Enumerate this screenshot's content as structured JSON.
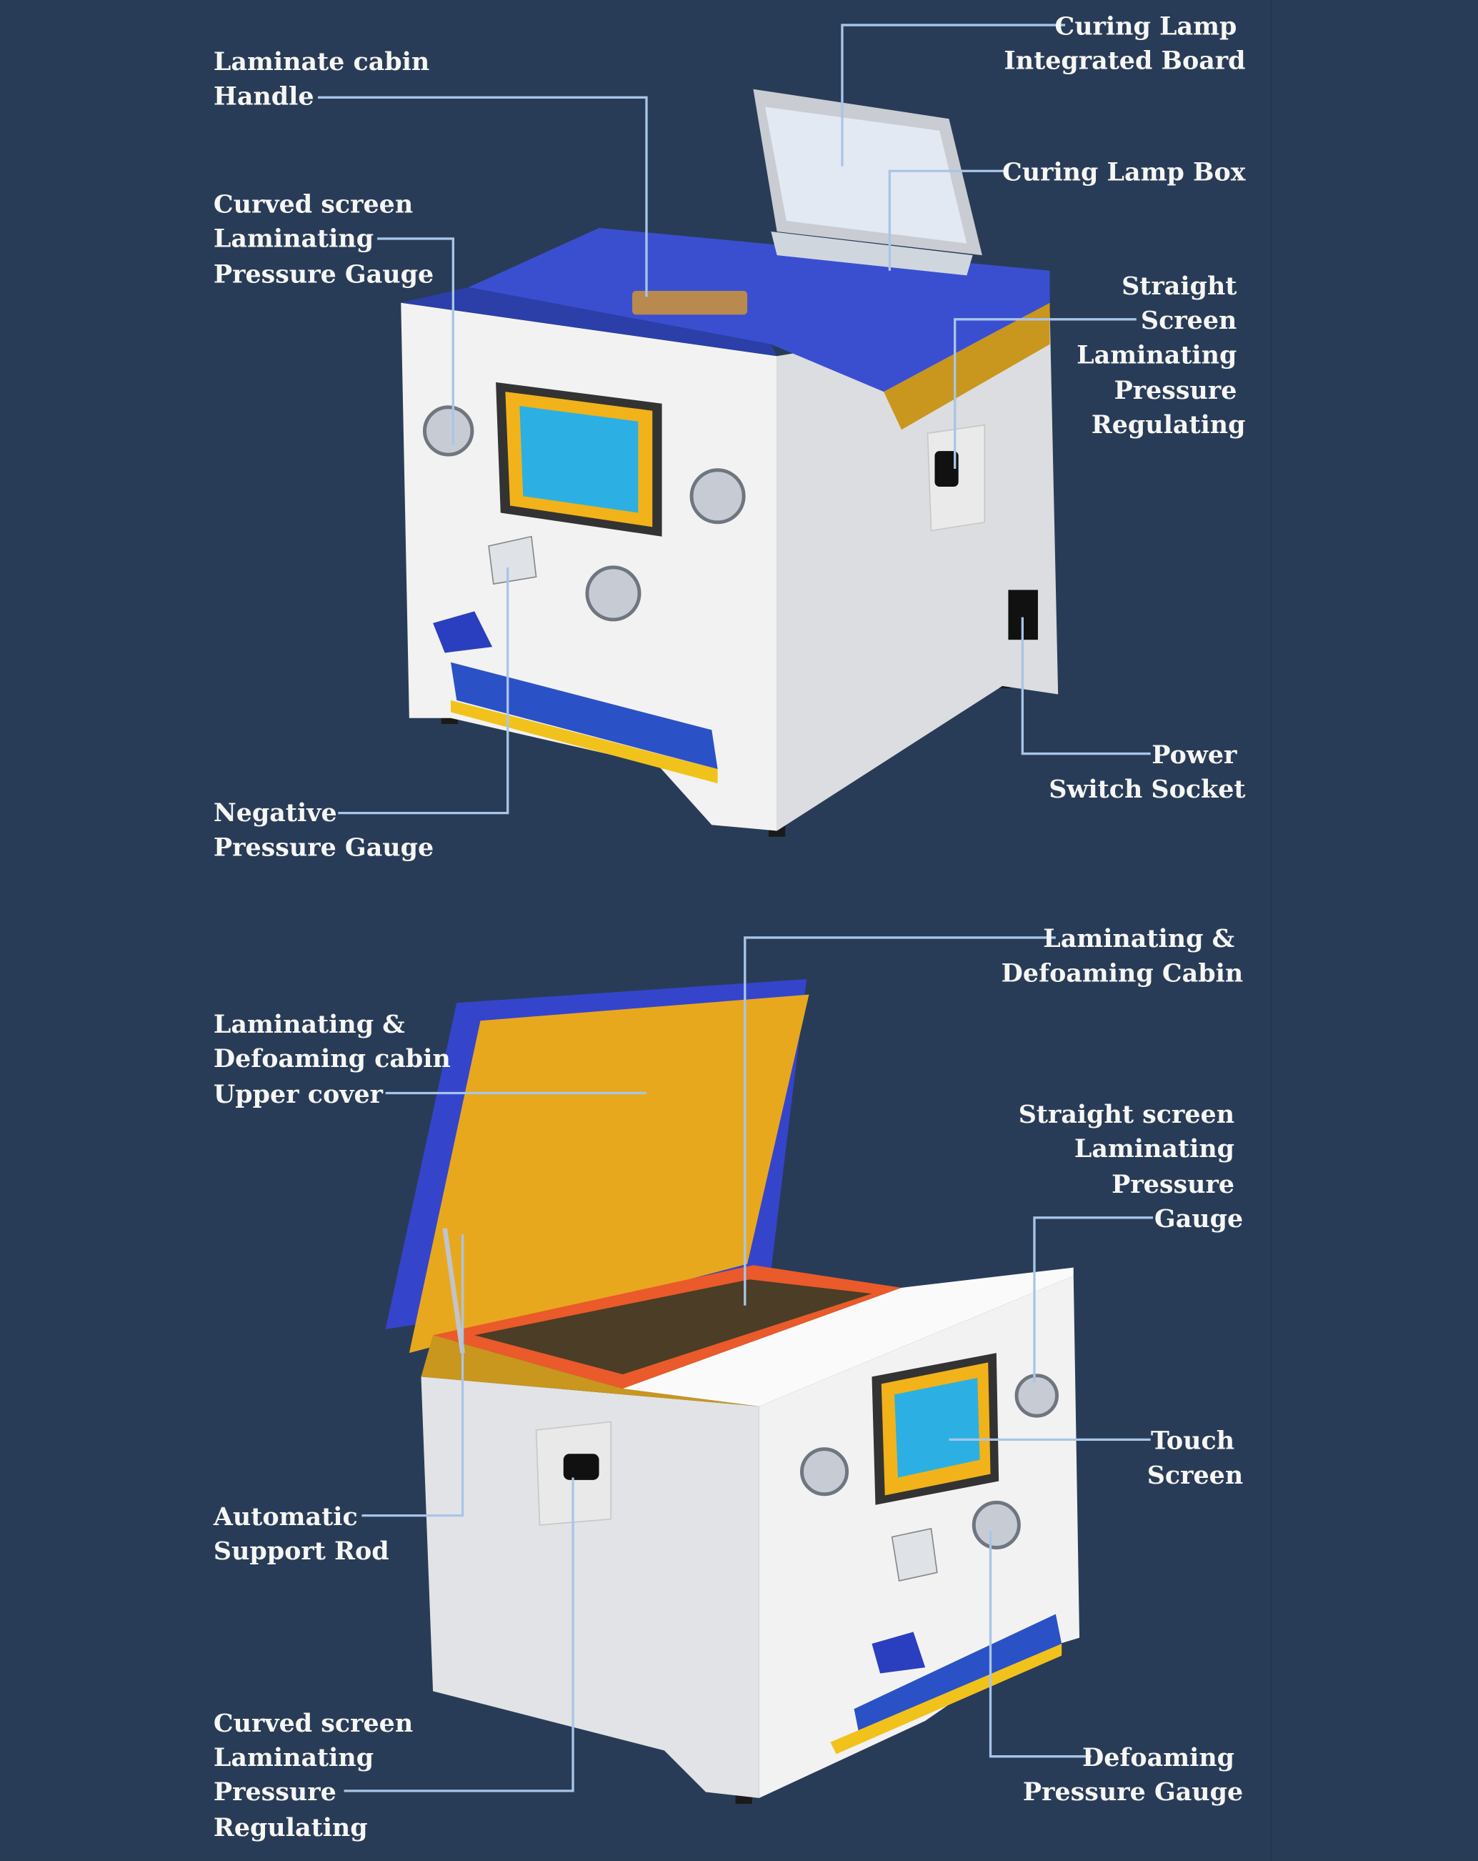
{
  "colors": {
    "background": "#293c57",
    "leader": "#a9c5e8",
    "label": "#f6f6f4",
    "lid_blue": "#3a4fd0",
    "cabin_gold": "#e0a51c",
    "body_white": "#f1f1f1"
  },
  "top_machine": {
    "labels": {
      "laminate_cabin_handle": [
        "Laminate cabin",
        "Handle"
      ],
      "curved_screen_gauge": [
        "Curved screen",
        "Laminating",
        "Pressure Gauge"
      ],
      "negative_pressure_gauge": [
        "Negative",
        "Pressure Gauge"
      ],
      "curing_lamp_board": [
        "Curing Lamp",
        "Integrated Board"
      ],
      "curing_lamp_box": [
        "Curing Lamp Box"
      ],
      "straight_screen_regulating": [
        "Straight",
        "Screen",
        "Laminating",
        "Pressure",
        "Regulating"
      ],
      "power_switch_socket": [
        "Power",
        "Switch Socket"
      ]
    }
  },
  "bottom_machine": {
    "labels": {
      "defoaming_cabin": [
        "Laminating &",
        "Defoaming Cabin"
      ],
      "upper_cover": [
        "Laminating &",
        "Defoaming cabin",
        "Upper cover"
      ],
      "straight_screen_gauge": [
        "Straight screen",
        "Laminating",
        "Pressure",
        "Gauge"
      ],
      "touch_screen": [
        "Touch",
        "Screen"
      ],
      "support_rod": [
        "Automatic",
        "Support Rod"
      ],
      "curved_screen_regulating": [
        "Curved screen",
        "Laminating",
        "Pressure",
        "Regulating"
      ],
      "defoaming_gauge": [
        "Defoaming",
        "Pressure Gauge"
      ]
    }
  }
}
